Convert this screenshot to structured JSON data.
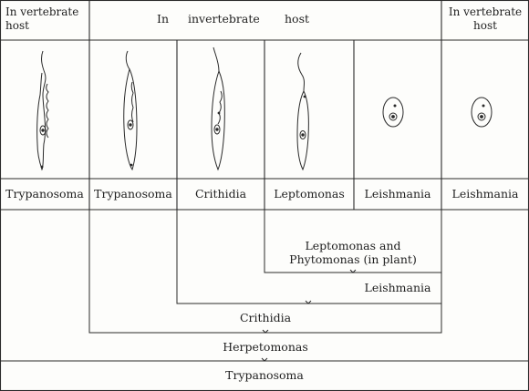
{
  "header": {
    "left": "In vertebrate\nhost",
    "center_in": "In",
    "center_invertebrate": "invertebrate",
    "center_host": "host",
    "right": "In vertebrate\nhost"
  },
  "columns": [
    {
      "label": "Trypanosoma",
      "icon": "trypanosome-form-icon"
    },
    {
      "label": "Trypanosoma",
      "icon": "trypanosome-form-icon"
    },
    {
      "label": "Crithidia",
      "icon": "crithidia-form-icon"
    },
    {
      "label": "Leptomonas",
      "icon": "leptomonas-form-icon"
    },
    {
      "label": "Leishmania",
      "icon": "leishmania-form-icon"
    },
    {
      "label": "Leishmania",
      "icon": "leishmania-form-icon"
    }
  ],
  "groupings": [
    {
      "label": "Leptomonas and\nPhytomonas (in plant)"
    },
    {
      "label": "Leishmania"
    },
    {
      "label": "Crithidia"
    },
    {
      "label": "Herpetomonas"
    },
    {
      "label": "Trypanosoma"
    }
  ],
  "colors": {
    "line": "#2a2a2a",
    "background": "#fdfdfb",
    "text": "#1f1f1f"
  }
}
